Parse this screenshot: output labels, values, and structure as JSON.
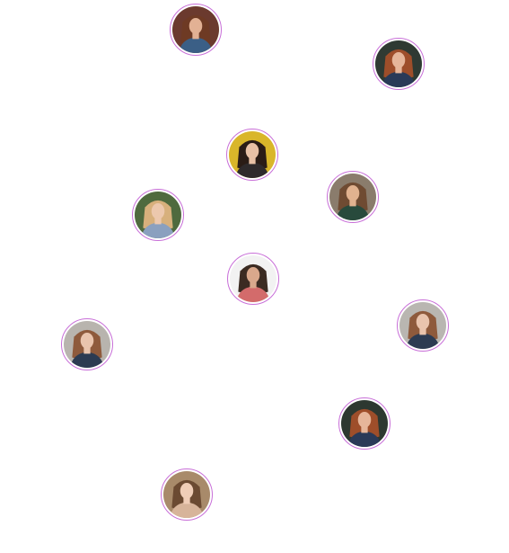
{
  "avatars": [
    {
      "id": "woman-curly-denim",
      "background": "#6b3a2e",
      "skin": "#e2b194",
      "hair": "#6e3a24",
      "clothing": "#3b5f86"
    },
    {
      "id": "woman-redhead-hat-flowers",
      "background": "#2f3a33",
      "skin": "#e6b69a",
      "hair": "#9e4e2a",
      "clothing": "#2a3a58"
    },
    {
      "id": "woman-dark-hair-yellow",
      "background": "#d9b62a",
      "skin": "#e8c1a6",
      "hair": "#2a1c16",
      "clothing": "#2e2a2c"
    },
    {
      "id": "woman-smiling-green-sweater",
      "background": "#8a7c6c",
      "skin": "#e1b28f",
      "hair": "#6f4b32",
      "clothing": "#284a3c"
    },
    {
      "id": "woman-blonde-hat",
      "background": "#4f6a3e",
      "skin": "#ecc8ad",
      "hair": "#d7b07c",
      "clothing": "#8aa0bf"
    },
    {
      "id": "man-bearded-plaid",
      "background": "#f2f2f2",
      "skin": "#d9a88c",
      "hair": "#3b2b22",
      "clothing": "#d36b6b"
    },
    {
      "id": "woman-long-hair-denim-left",
      "background": "#b8b4ae",
      "skin": "#e9c4ad",
      "hair": "#8e5a3c",
      "clothing": "#2c3b52"
    },
    {
      "id": "woman-long-hair-denim-right",
      "background": "#b9b6b1",
      "skin": "#e9c4ad",
      "hair": "#8e5a3c",
      "clothing": "#2c3b52"
    },
    {
      "id": "woman-redhead-hat-flowers-2",
      "background": "#2d3830",
      "skin": "#e6b69a",
      "hair": "#9e4e2a",
      "clothing": "#2a3a58"
    },
    {
      "id": "woman-beige-coat",
      "background": "#a88a6a",
      "skin": "#efcdb7",
      "hair": "#6b4a32",
      "clothing": "#d7b49a"
    }
  ],
  "ring_color": "#c86fd8"
}
